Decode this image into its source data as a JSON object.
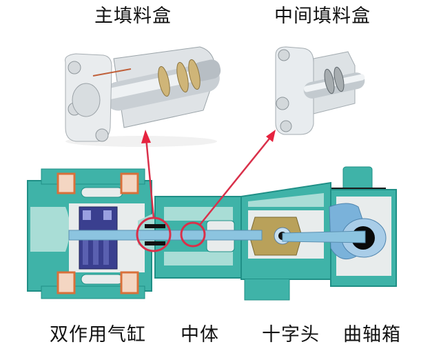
{
  "top_labels": {
    "main_packing": "主填料盒",
    "intermediate_packing": "中间填料盒"
  },
  "bottom_labels": {
    "cylinder": "双作用气缸",
    "distance_piece": "中体",
    "crosshead": "十字头",
    "crankcase": "曲轴箱"
  },
  "colors": {
    "casing_teal": "#3fb3a8",
    "casing_light": "#a9ddd6",
    "casing_dark": "#1f8f86",
    "rod_blue": "#8cc4e0",
    "piston_navy": "#3a3f8f",
    "bolt_orange": "#d9703a",
    "crosshead_tan": "#b9a15a",
    "crank_blue": "#7ab2da",
    "callout_red": "#d9304a",
    "interior_grey": "#e8ecec"
  }
}
